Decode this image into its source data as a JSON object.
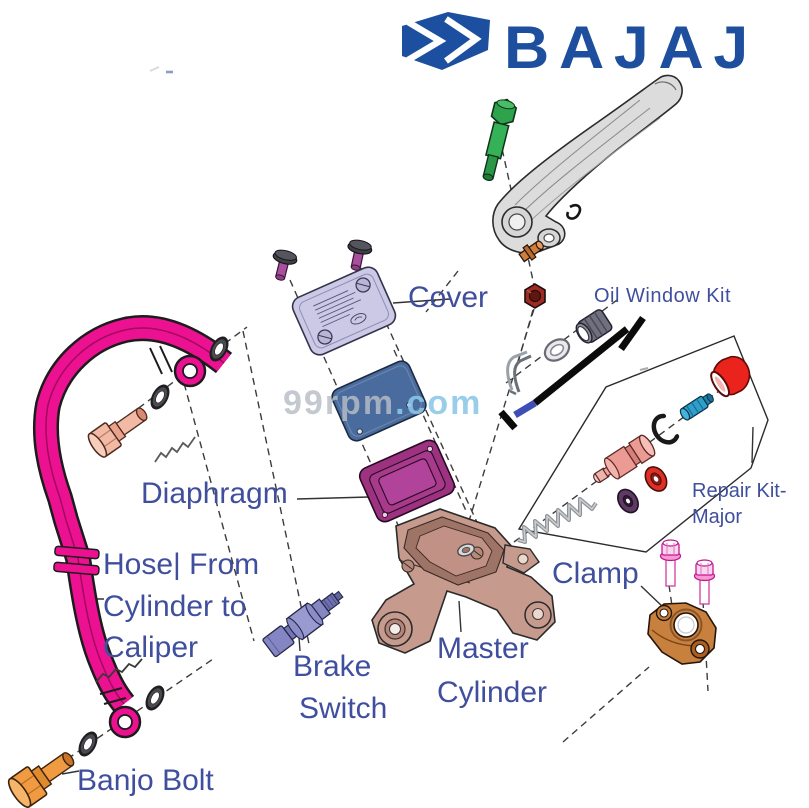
{
  "brand": {
    "wordmark": "BAJAJ"
  },
  "watermark": {
    "name": "99rpm",
    "tld": ".com"
  },
  "labels": {
    "cover": "Cover",
    "oil_window_kit": "Oil Window Kit",
    "diaphragm": "Diaphragm",
    "repair_kit": {
      "line1": "Repair Kit-",
      "line2": "Major"
    },
    "hose": {
      "line1": "Hose| From",
      "line2": "Cylinder to",
      "line3": "Caliper"
    },
    "clamp": "Clamp",
    "brake_switch": {
      "line1": "Brake",
      "line2": "Switch"
    },
    "master_cylinder": {
      "line1": "Master",
      "line2": "Cylinder"
    },
    "banjo_bolt": "Banjo Bolt"
  },
  "colors": {
    "label_text": "#3f4f9e",
    "brand_blue": "#1d4f9e",
    "watermark_gray": "#b7bdc6",
    "watermark_cyan": "#8bc7e7",
    "hose_pink": "#ec1190",
    "cover_lavender": "#cbc9e6",
    "plate_blue": "#4a6b9d",
    "diaphragm_magenta": "#9c3280",
    "cylinder_tan": "#c69b8e",
    "clamp_orange": "#c8803f",
    "banjo_orange": "#f09a42",
    "pivot_bolt_green": "#2ea34b",
    "boot_red": "#ea231c",
    "piston_salmon": "#ec9b94",
    "switch_periwinkle": "#989ad0",
    "clamp_bolt_pink": "#e85bb8"
  },
  "parts": [
    "bajaj-logo-icon",
    "brake-lever",
    "lever-pivot-bolt",
    "lever-e-clip",
    "lever-adjuster-screw",
    "lever-lock-nut",
    "cover-screw",
    "reservoir-cover",
    "reservoir-plate",
    "diaphragm",
    "master-cylinder",
    "brake-switch",
    "oil-window-clip",
    "oil-window-oring",
    "oil-window-glass",
    "return-spring",
    "piston-assembly",
    "primary-seal",
    "secondary-seal",
    "circlip",
    "piston-pin",
    "rubber-boot",
    "handlebar-clamp",
    "clamp-bolt",
    "brake-hose",
    "hose-washer",
    "banjo-bolt-upper",
    "banjo-bolt-lower"
  ]
}
